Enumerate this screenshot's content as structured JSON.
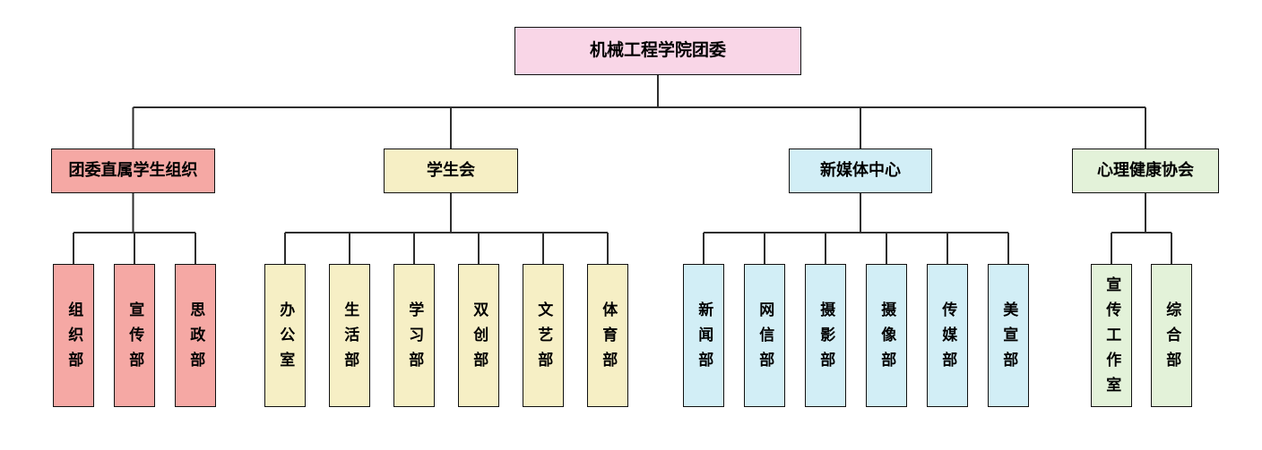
{
  "colors": {
    "root-bg": "#f9d6e7",
    "branch1-bg": "#f5a8a4",
    "branch2-bg": "#f6efc5",
    "branch3-bg": "#d2eef6",
    "branch4-bg": "#e3f2d9",
    "line": "#2e2e2e",
    "border": "#111111"
  },
  "chart": {
    "root": {
      "label": "机械工程学院团委"
    },
    "branches": [
      {
        "label": "团委直属学生组织",
        "children": [
          "组织部",
          "宣传部",
          "思政部"
        ]
      },
      {
        "label": "学生会",
        "children": [
          "办公室",
          "生活部",
          "学习部",
          "双创部",
          "文艺部",
          "体育部"
        ]
      },
      {
        "label": "新媒体中心",
        "children": [
          "新闻部",
          "网信部",
          "摄影部",
          "摄像部",
          "传媒部",
          "美宣部"
        ]
      },
      {
        "label": "心理健康协会",
        "children": [
          "宣传工作室",
          "综合部"
        ]
      }
    ]
  }
}
